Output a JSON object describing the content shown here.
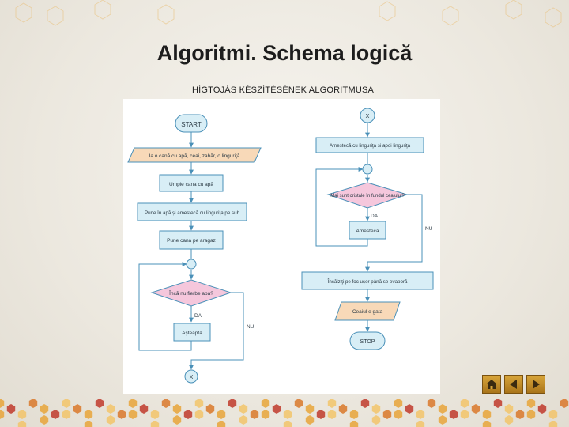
{
  "slide": {
    "title": "Algoritmi. Schema logică",
    "subtitle": "HÍGTOJÁS KÉSZÍTÉSÉNEK ALGORITMUSA"
  },
  "flowchart": {
    "left": {
      "start": "START",
      "input": "Ia o cană cu apă, ceai, zahăr, o linguriţă",
      "step1": "Umple cana cu apă",
      "step2": "Pune în apă și amestecă cu linguriţa pe sub",
      "step3": "Pune cana pe aragaz",
      "decision": "Încă nu fierbe apa?",
      "yes": "DA",
      "no": "NU",
      "wait": "Aşteaptă",
      "connector": "X"
    },
    "right": {
      "connector": "X",
      "step1": "Amestecă cu linguriţa și apoi linguriţa",
      "decision": "Mai sunt cristale în fundul ceaiului?",
      "yes": "DA",
      "no": "NU",
      "stir": "Amestecă",
      "step2": "Încălziţi pe foc uşor până se evaporă",
      "output": "Ceaiul e gata",
      "stop": "STOP"
    }
  },
  "colors": {
    "terminal": "#d8eef6",
    "process": "#d8eef6",
    "io": "#f8d9b8",
    "decision": "#f5c7dc",
    "stroke": "#4a90b8",
    "hex_orange": "#e8a53a",
    "hex_red": "#c0392b"
  },
  "nav": {
    "icons": [
      "home-icon",
      "previous-icon",
      "next-icon"
    ]
  }
}
